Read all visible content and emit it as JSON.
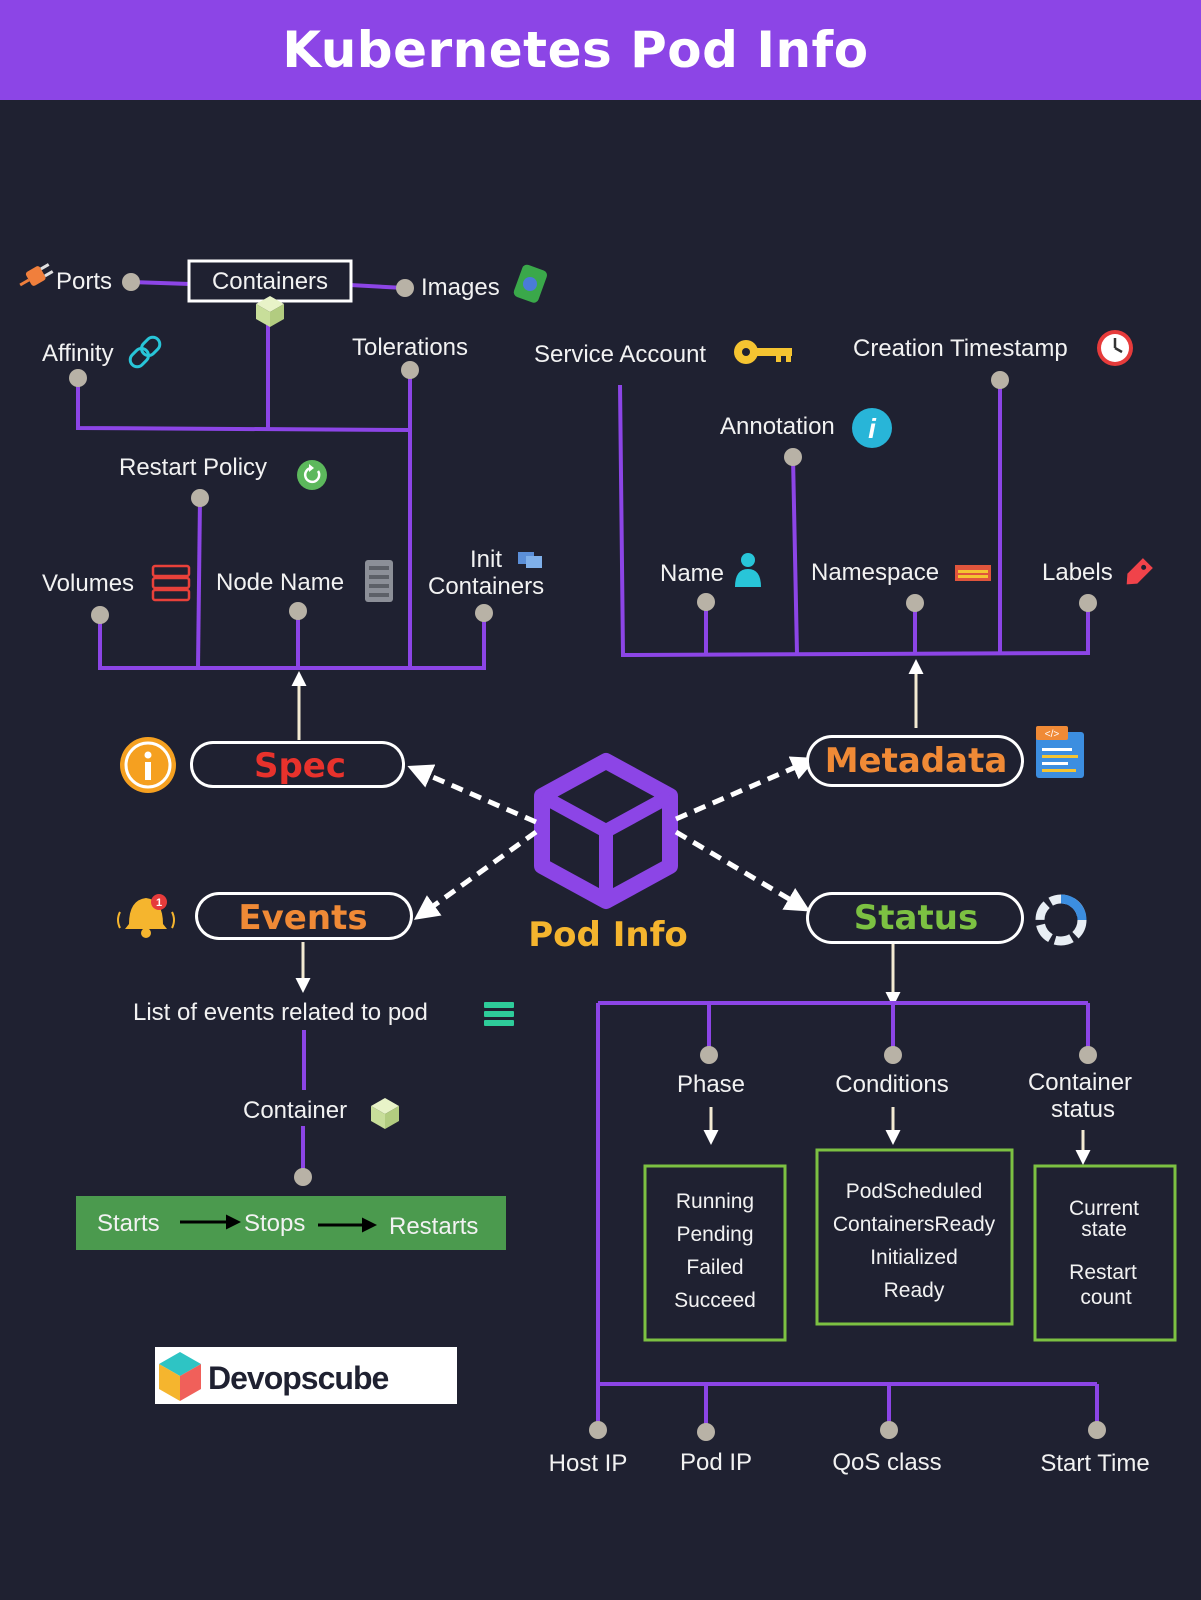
{
  "header": {
    "title": "Kubernetes Pod Info"
  },
  "center": {
    "label": "Pod Info",
    "icon": "cube-icon"
  },
  "colors": {
    "background": "#1f2131",
    "header": "#8c45e6",
    "connector": "#8c45e6",
    "spec": "#e8322c",
    "metadata": "#f08a36",
    "events": "#f08a36",
    "status": "#7cc142",
    "pod_info": "#f5b52e",
    "status_box": "#7cc142",
    "timeline": "#4b9a4e"
  },
  "spec": {
    "label": "Spec",
    "icon": "info-icon",
    "items": {
      "ports": "Ports",
      "containers": "Containers",
      "images": "Images",
      "affinity": "Affinity",
      "tolerations": "Tolerations",
      "restart_policy": "Restart Policy",
      "volumes": "Volumes",
      "node_name": "Node Name",
      "init_containers_line1": "Init",
      "init_containers_line2": "Containers"
    }
  },
  "metadata": {
    "label": "Metadata",
    "icon": "code-document-icon",
    "items": {
      "service_account": "Service Account",
      "creation_timestamp": "Creation Timestamp",
      "annotation": "Annotation",
      "name": "Name",
      "namespace": "Namespace",
      "labels": "Labels"
    }
  },
  "events": {
    "label": "Events",
    "icon": "bell-icon",
    "badge": "1",
    "list_label": "List of events related to pod",
    "container_label": "Container",
    "timeline": [
      "Starts",
      "Stops",
      "Restarts"
    ]
  },
  "status": {
    "label": "Status",
    "icon": "progress-ring-icon",
    "groups": {
      "phase": {
        "label": "Phase",
        "values": [
          "Running",
          "Pending",
          "Failed",
          "Succeed"
        ]
      },
      "conditions": {
        "label": "Conditions",
        "values": [
          "PodScheduled",
          "ContainersReady",
          "Initialized",
          "Ready"
        ]
      },
      "container_status": {
        "label_line1": "Container",
        "label_line2": "status",
        "values": [
          "Current",
          "state",
          "Restart",
          "count"
        ]
      }
    },
    "bottom_items": [
      "Host IP",
      "Pod IP",
      "QoS class",
      "Start Time"
    ]
  },
  "logo": {
    "text": "Devopscube",
    "icon": "devopscube-cube-logo"
  }
}
